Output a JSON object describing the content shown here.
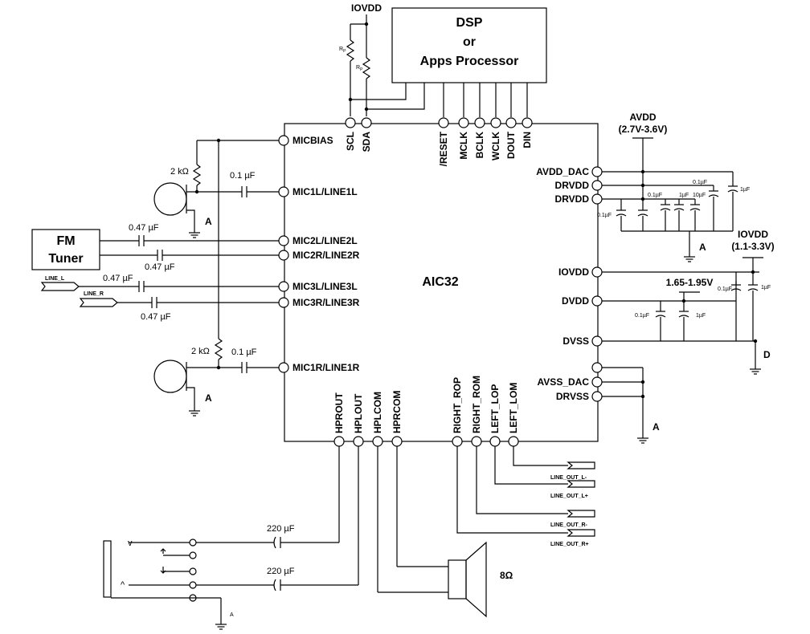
{
  "chip": {
    "name": "AIC32"
  },
  "processor": {
    "line1": "DSP",
    "line2": "or",
    "line3": "Apps Processor"
  },
  "fm_tuner": {
    "line1": "FM",
    "line2": "Tuner"
  },
  "supplies": {
    "iovdd_top": "IOVDD",
    "avdd": "AVDD",
    "avdd_range": "(2.7V-3.6V)",
    "iovdd_right": "IOVDD",
    "iovdd_range": "(1.1-3.3V)",
    "dvdd_range": "1.65-1.95V"
  },
  "pins": {
    "top": [
      "SCL",
      "SDA",
      "/RESET",
      "MCLK",
      "BCLK",
      "WCLK",
      "DOUT",
      "DIN"
    ],
    "left": [
      "MICBIAS",
      "MIC1L/LINE1L",
      "MIC2L/LINE2L",
      "MIC2R/LINE2R",
      "MIC3L/LINE3L",
      "MIC3R/LINE3R",
      "MIC1R/LINE1R"
    ],
    "right": [
      "AVDD_DAC",
      "DRVDD",
      "DRVDD",
      "IOVDD",
      "DVDD",
      "DVSS",
      "AVSS_DAC",
      "DRVSS"
    ],
    "bottom": [
      "HPROUT",
      "HPLOUT",
      "HPLCOM",
      "HPRCOM",
      "RIGHT_ROP",
      "RIGHT_ROM",
      "LEFT_LOP",
      "LEFT_LOM"
    ]
  },
  "components": {
    "rp": "R",
    "rp_sub": "P",
    "mic_bias_res": "2 kΩ",
    "mic_cap": "0.1 µF",
    "fm_cap": "0.47 µF",
    "hp_cap": "220 µF",
    "cap_01": "0.1µF",
    "cap_1": "1µF",
    "cap_10": "10µF",
    "speaker": "8Ω"
  },
  "ground_labels": {
    "analog": "A",
    "digital": "D"
  },
  "inputs": {
    "line_l": "LINE_L",
    "line_r": "LINE_R"
  },
  "line_outputs": [
    "LINE_OUT_L-",
    "LINE_OUT_L+",
    "LINE_OUT_R-",
    "LINE_OUT_R+"
  ],
  "jack_marks": {
    "v": "v",
    "caret": "^"
  }
}
